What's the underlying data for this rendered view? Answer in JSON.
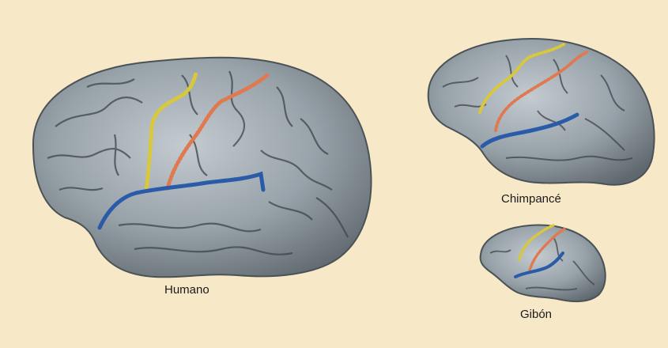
{
  "colors": {
    "background": "#f7e8c8",
    "brain_fill": "#8b959c",
    "brain_highlight": "#b9c2c8",
    "sulcus_dark": "#3e4549",
    "line_yellow": "#d9c83c",
    "line_orange": "#e07850",
    "line_blue": "#2a5ba8"
  },
  "figure": {
    "labels": {
      "human": "Humano",
      "chimp": "Chimpancé",
      "gibbon": "Gibón"
    }
  }
}
